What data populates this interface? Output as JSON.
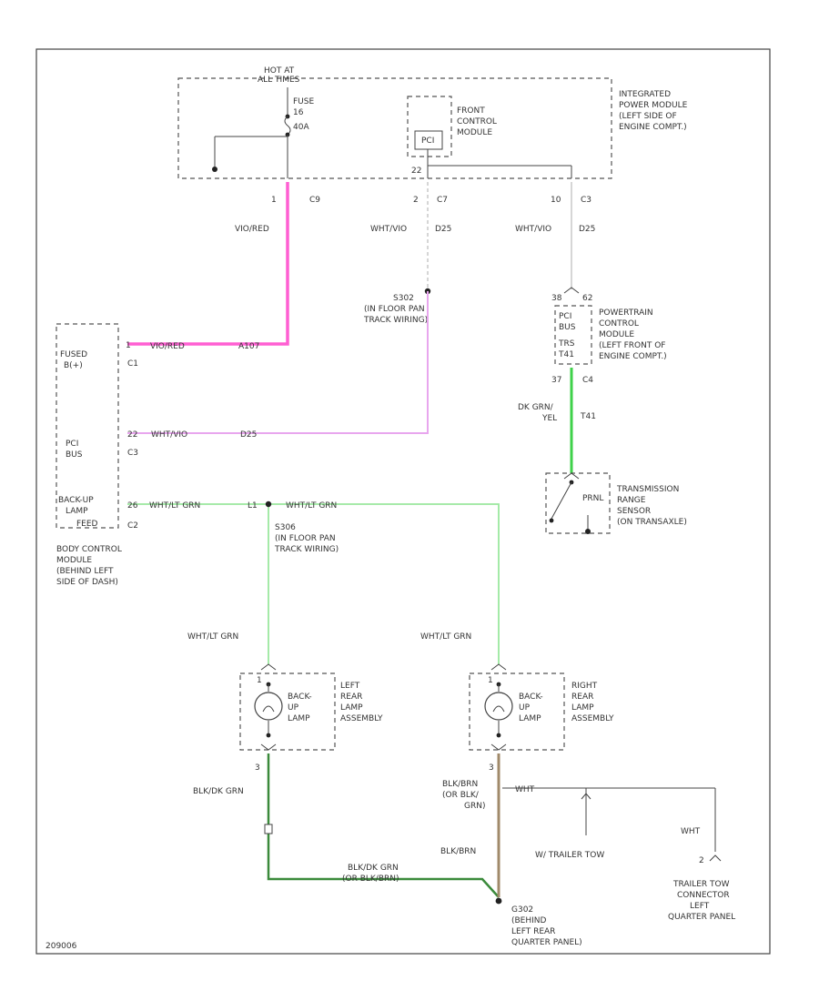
{
  "colors": {
    "pink": "#ff5fd2",
    "violet": "#e8a6ee",
    "green": "#3fd24a",
    "light_green": "#9be89f",
    "white_wire": "#c8c8c8",
    "black_green": "#3b8a3b",
    "black_brown": "#a08a6a"
  },
  "ipm": {
    "hot_at": "HOT AT",
    "all_times": "ALL TIMES",
    "fuse_line1": "FUSE",
    "fuse_line2": "16",
    "fuse_line3": "40A",
    "name_line1": "INTEGRATED",
    "name_line2": "POWER MODULE",
    "name_line3": "(LEFT SIDE OF",
    "name_line4": "ENGINE COMPT.)",
    "fcm_line1": "FRONT",
    "fcm_line2": "CONTROL",
    "fcm_line3": "MODULE",
    "pci_bus": "PCI",
    "pin_fcm": "22"
  },
  "connectors": {
    "c9_pin": "1",
    "c9": "C9",
    "c7_pin": "2",
    "c7": "C7",
    "c3_pin": "10",
    "c3": "C3",
    "c1": "C1",
    "bcm_c3": "C3",
    "bcm_c2": "C2",
    "pcm_c4": "C4",
    "pcm_pin_top_a": "38",
    "pcm_pin_top_b": "62",
    "pcm_pin_bottom": "37",
    "bcm_pin_fused": "1",
    "bcm_pin_pci": "22",
    "bcm_pin_backup": "26",
    "lamp_left_pin_top": "1",
    "lamp_left_pin_bottom": "3",
    "lamp_right_pin_top": "1",
    "lamp_right_pin_bottom": "3",
    "trailer_pin": "2"
  },
  "wires": {
    "vio_red": "VIO/RED",
    "vio_red_bcm": "VIO/RED",
    "a107": "A107",
    "wht_vio_left": "WHT/VIO",
    "d25_left": "D25",
    "wht_vio_right": "WHT/VIO",
    "d25_right": "D25",
    "wht_vio_bcm": "WHT/VIO",
    "d25_bcm": "D25",
    "dk_grn_yel_1": "DK GRN/",
    "dk_grn_yel_2": "YEL",
    "t41": "T41",
    "wht_lt_grn_bcm": "WHT/LT GRN",
    "l1": "L1",
    "wht_lt_grn_right_top": "WHT/LT GRN",
    "wht_lt_grn_left_lamp": "WHT/LT GRN",
    "wht_lt_grn_right_lamp": "WHT/LT GRN",
    "blk_grn_left": "BLK/DK GRN",
    "blk_brn_right_1": "BLK/BRN",
    "blk_brn_right_2": "(OR BLK/",
    "blk_brn_right_3": "GRN)",
    "blk_brn_lower": "BLK/BRN",
    "blk_grn_bottom_1": "BLK/DK GRN",
    "blk_grn_bottom_2": "(OR BLK/BRN)",
    "wht_trailer": "WHT",
    "wht_trailer_2": "WHT"
  },
  "splices": {
    "s302_name": "S302",
    "s302_line2": "(IN FLOOR PAN",
    "s302_line3": "TRACK WIRING)",
    "s306_name": "S306",
    "s306_line2": "(IN FLOOR PAN",
    "s306_line3": "TRACK WIRING)",
    "g302_name": "G302",
    "g302_line2": "(BEHIND",
    "g302_line3": "LEFT REAR",
    "g302_line4": "QUARTER PANEL)"
  },
  "pcm": {
    "line1": "POWERTRAIN",
    "line2": "CONTROL",
    "line3": "MODULE",
    "line4": "(LEFT FRONT OF",
    "line5": "ENGINE COMPT.)",
    "pci": "PCI",
    "bus": "BUS",
    "trs_1": "TRS",
    "trs_2": "T41"
  },
  "trs": {
    "line1": "TRANSMISSION",
    "line2": "RANGE",
    "line3": "SENSOR",
    "line4": "(ON TRANSAXLE)",
    "prnl": "PRNL"
  },
  "bcm": {
    "fused_1": "FUSED",
    "fused_2": "B(+)",
    "pci_1": "PCI",
    "pci_2": "BUS",
    "backup_1": "BACK-UP",
    "backup_2": "LAMP",
    "backup_3": "FEED",
    "name_1": "BODY CONTROL",
    "name_2": "MODULE",
    "name_3": "(BEHIND LEFT",
    "name_4": "SIDE OF DASH)"
  },
  "lamps": {
    "left_lamp_1": "BACK-",
    "left_lamp_2": "UP",
    "left_lamp_3": "LAMP",
    "left_asm_1": "LEFT",
    "left_asm_2": "REAR",
    "left_asm_3": "LAMP",
    "left_asm_4": "ASSEMBLY",
    "right_lamp_1": "BACK-",
    "right_lamp_2": "UP",
    "right_lamp_3": "LAMP",
    "right_asm_1": "RIGHT",
    "right_asm_2": "REAR",
    "right_asm_3": "LAMP",
    "right_asm_4": "ASSEMBLY"
  },
  "trailer": {
    "tow_label": "W/ TRAILER TOW",
    "conn_1": "TRAILER TOW",
    "conn_2": "CONNECTOR",
    "conn_3": "LEFT",
    "conn_4": "QUARTER PANEL"
  },
  "footer": {
    "code": "209006"
  }
}
